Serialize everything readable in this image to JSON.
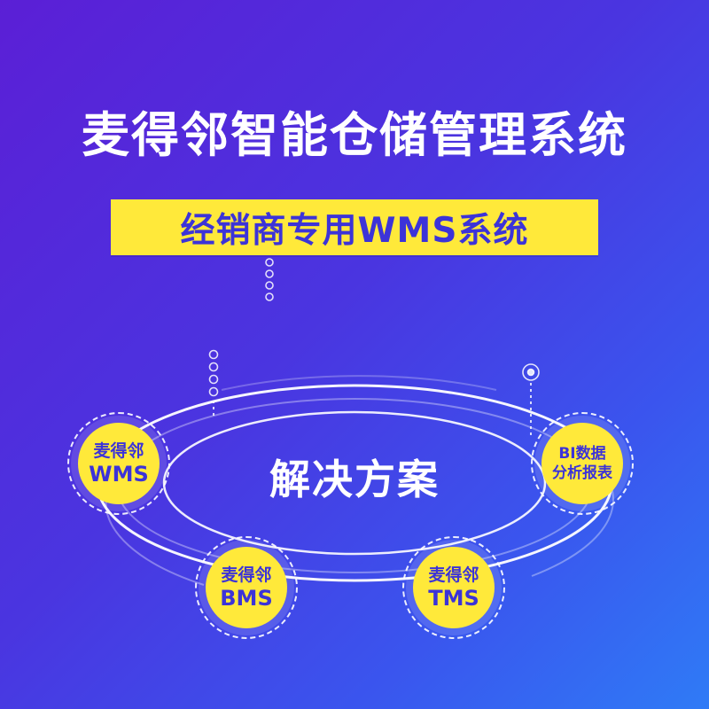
{
  "header": {
    "title": "麦得邻智能仓储管理系统",
    "subtitle": "经销商专用WMS系统"
  },
  "diagram": {
    "center_label": "解决方案",
    "nodes": [
      {
        "id": "wms",
        "line1": "麦得邻",
        "line2": "WMS"
      },
      {
        "id": "bi",
        "line1": "BI数据",
        "line2": "分析报表"
      },
      {
        "id": "bms",
        "line1": "麦得邻",
        "line2": "BMS"
      },
      {
        "id": "tms",
        "line1": "麦得邻",
        "line2": "TMS"
      }
    ]
  },
  "colors": {
    "background_start": "#5b1fd6",
    "background_end": "#2f7bf6",
    "accent_yellow": "#ffe93a",
    "accent_text_blue": "#3c33d8"
  }
}
